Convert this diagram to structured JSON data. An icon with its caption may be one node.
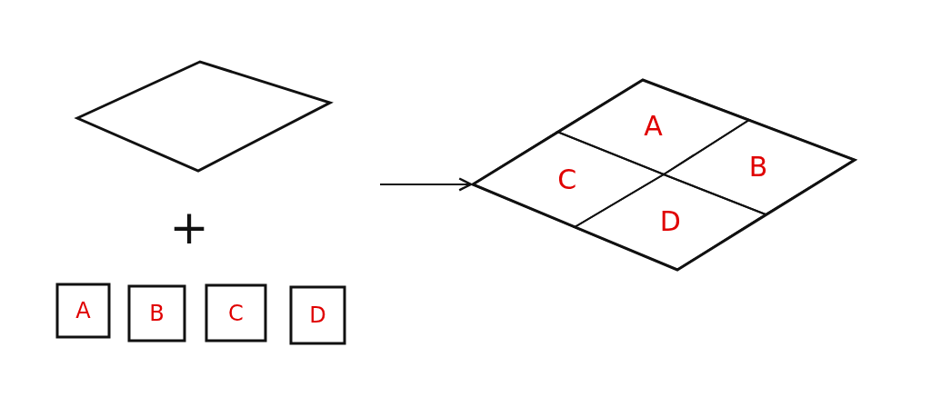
{
  "diagram": {
    "nodes": [
      {
        "text": [],
        "shape": "parallelogram"
      },
      {
        "text": [
          "A"
        ]
      },
      {
        "text": [
          "B"
        ]
      },
      {
        "text": [
          "C"
        ]
      },
      {
        "text": [
          "D"
        ]
      },
      {
        "text": [],
        "shape": "parallelogram"
      },
      {
        "text": [
          "A"
        ],
        "in": 5
      },
      {
        "text": [
          "B"
        ],
        "in": 5
      },
      {
        "text": [
          "C"
        ],
        "in": 5
      },
      {
        "text": [
          "D"
        ],
        "in": 5
      }
    ],
    "edges": [
      {
        "from": null,
        "to": 5,
        "arrow": "to"
      }
    ],
    "labels": [
      "+"
    ]
  }
}
